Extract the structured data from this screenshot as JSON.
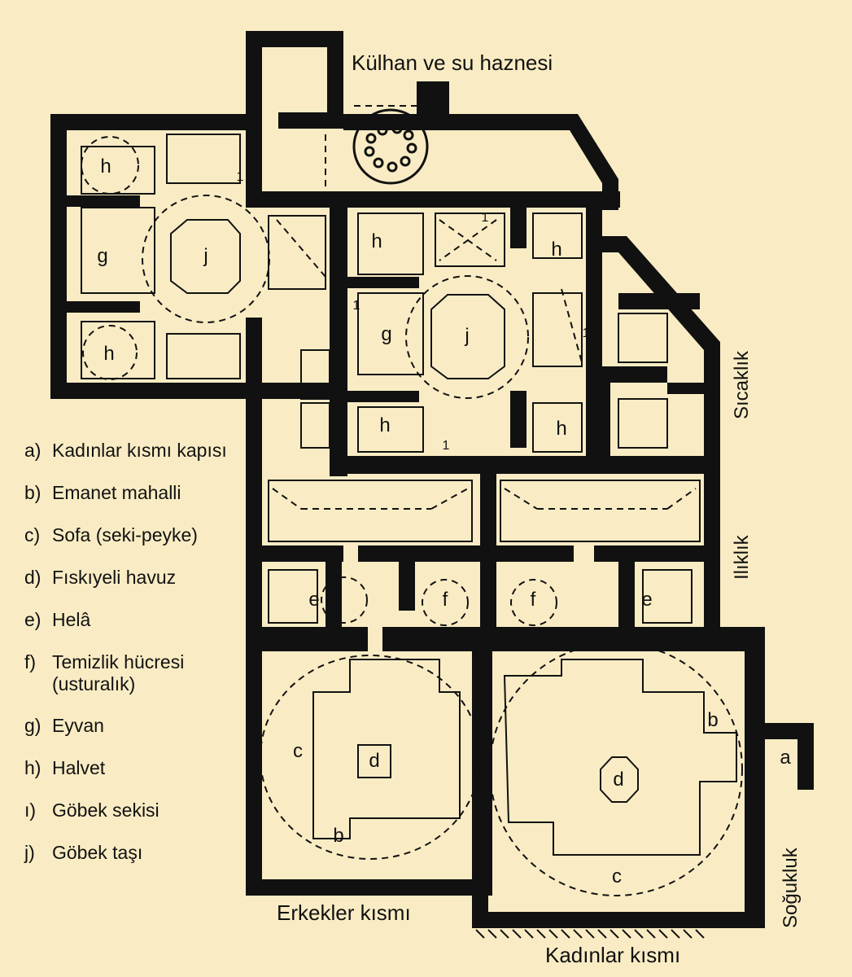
{
  "colors": {
    "background": "#f9ecc4",
    "wall": "#111111"
  },
  "labels": {
    "kulhan": "Külhan ve  su haznesi",
    "sicaklik": "Sıcaklık",
    "iliklik": "Ilıklık",
    "sogukluk": "Soğukluk",
    "erkekler": "Erkekler kısmı",
    "kadinlar": "Kadınlar kısmı"
  },
  "rooms": {
    "h": "h",
    "g": "g",
    "j": "j",
    "e": "e",
    "f": "f",
    "d": "d",
    "c": "c",
    "b": "b",
    "a": "a",
    "i": "1"
  },
  "legend": [
    {
      "key": "a)",
      "text": "Kadınlar kısmı kapısı"
    },
    {
      "key": "b)",
      "text": "Emanet mahalli"
    },
    {
      "key": "c)",
      "text": "Sofa  (seki-peyke)"
    },
    {
      "key": "d)",
      "text": "Fıskıyeli havuz"
    },
    {
      "key": "e)",
      "text": "Helâ"
    },
    {
      "key": "f)",
      "text": "Temizlik hücresi",
      "text2": "(usturalık)"
    },
    {
      "key": "g)",
      "text": "Eyvan"
    },
    {
      "key": "h)",
      "text": "Halvet"
    },
    {
      "key": "ı)",
      "text": "Göbek sekisi"
    },
    {
      "key": "j)",
      "text": "Göbek taşı"
    }
  ]
}
